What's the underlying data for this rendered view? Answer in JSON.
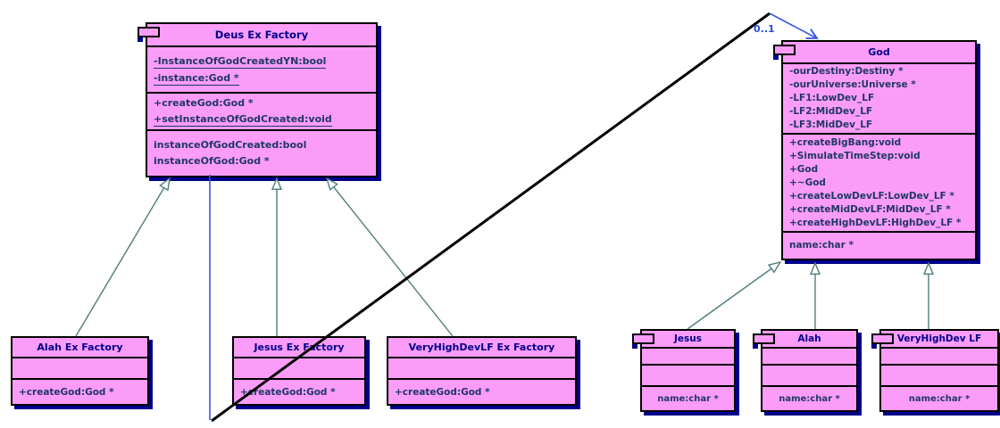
{
  "diagram": {
    "title": "UML class diagram - Deus Ex Factory / God abstract factory pattern",
    "classes": [
      {
        "id": "deus_ex_factory",
        "title": "Deus Ex Factory",
        "compartments": [
          {
            "rows": [
              {
                "text": "-InstanceOfGodCreatedYN:bool",
                "underline": true
              },
              {
                "text": "-instance:God *",
                "underline": true
              }
            ]
          },
          {
            "rows": [
              {
                "text": "+createGod:God *",
                "underline": false
              },
              {
                "text": "+setInstanceOfGodCreated:void",
                "underline": true
              }
            ]
          },
          {
            "rows": [
              {
                "text": "instanceOfGodCreated:bool",
                "underline": false
              },
              {
                "text": "instanceOfGod:God *",
                "underline": false
              }
            ]
          }
        ]
      },
      {
        "id": "god",
        "title": "God",
        "compartments": [
          {
            "rows": [
              {
                "text": "-ourDestiny:Destiny *",
                "underline": false
              },
              {
                "text": "-ourUniverse:Universe *",
                "underline": false
              },
              {
                "text": "-LF1:LowDev_LF",
                "underline": false
              },
              {
                "text": "-LF2:MidDev_LF",
                "underline": false
              },
              {
                "text": "-LF3:MidDev_LF",
                "underline": false
              }
            ]
          },
          {
            "rows": [
              {
                "text": "+createBigBang:void",
                "underline": false
              },
              {
                "text": "+SimulateTimeStep:void",
                "underline": false
              },
              {
                "text": "+God",
                "underline": false
              },
              {
                "text": "+~God",
                "underline": false
              },
              {
                "text": "+createLowDevLF:LowDev_LF *",
                "underline": false
              },
              {
                "text": "+createMidDevLF:MidDev_LF *",
                "underline": false
              },
              {
                "text": "+createHighDevLF:HighDev_LF *",
                "underline": false
              }
            ]
          },
          {
            "rows": [
              {
                "text": "name:char *",
                "underline": false
              }
            ]
          }
        ]
      },
      {
        "id": "alah_ex_factory",
        "title": "Alah Ex Factory",
        "compartments": [
          {
            "rows": []
          },
          {
            "rows": [
              {
                "text": "+createGod:God *",
                "underline": false
              }
            ]
          }
        ]
      },
      {
        "id": "jesus_ex_factory",
        "title": "Jesus Ex Factory",
        "compartments": [
          {
            "rows": []
          },
          {
            "rows": [
              {
                "text": "+createGod:God *",
                "underline": false
              }
            ]
          }
        ]
      },
      {
        "id": "veryhighdevlf_ex_factory",
        "title": "VeryHighDevLF Ex Factory",
        "compartments": [
          {
            "rows": []
          },
          {
            "rows": [
              {
                "text": "+createGod:God *",
                "underline": false
              }
            ]
          }
        ]
      },
      {
        "id": "jesus",
        "title": "Jesus",
        "compartments": [
          {
            "rows": []
          },
          {
            "rows": []
          },
          {
            "rows": [
              {
                "text": "name:char *",
                "underline": false,
                "center": true
              }
            ]
          }
        ]
      },
      {
        "id": "alah",
        "title": "Alah",
        "compartments": [
          {
            "rows": []
          },
          {
            "rows": []
          },
          {
            "rows": [
              {
                "text": "name:char *",
                "underline": false,
                "center": true
              }
            ]
          }
        ]
      },
      {
        "id": "veryhighdev_lf",
        "title": "VeryHighDev LF",
        "compartments": [
          {
            "rows": []
          },
          {
            "rows": []
          },
          {
            "rows": [
              {
                "text": "name:char *",
                "underline": false,
                "center": true
              }
            ]
          }
        ]
      }
    ],
    "association": {
      "label": "0..1"
    },
    "icons": {
      "class_icon": "uml-class-icon"
    },
    "colors": {
      "box_fill": "#fb9cf8",
      "box_border": "#000000",
      "shadow": "#00008b",
      "title_text": "#00008b",
      "member_text": "#1f3864",
      "gen_line": "#4e7d7d",
      "assoc_blue": "#3a55e2",
      "assoc_black": "#000000",
      "mult_text": "#2b4bdf",
      "bg": "#ffffff"
    }
  }
}
